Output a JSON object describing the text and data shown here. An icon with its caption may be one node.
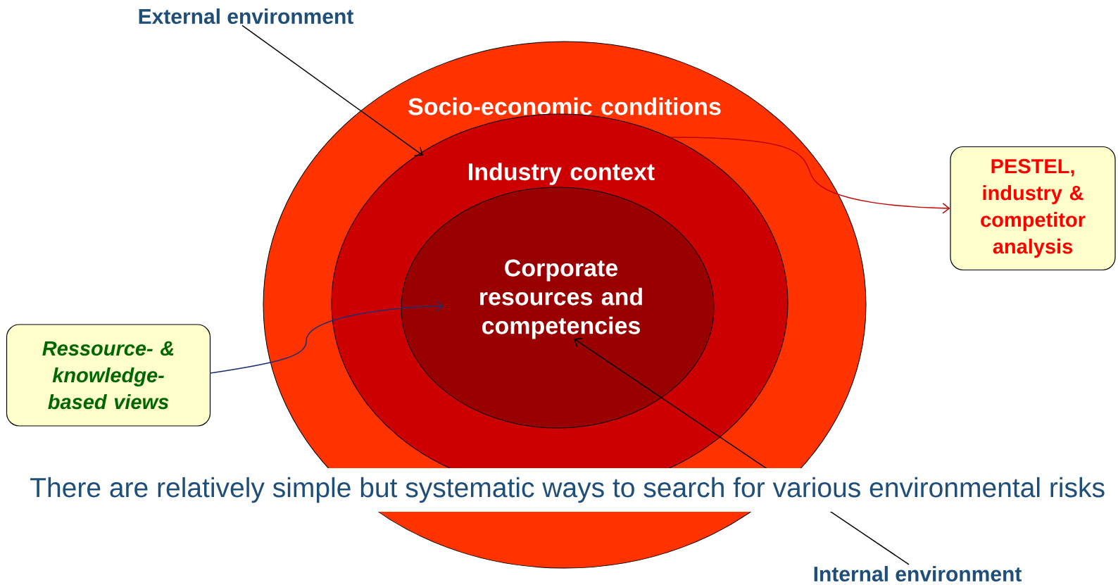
{
  "diagram": {
    "caption": "There are relatively simple but systematic ways to search for various environmental risks",
    "nodes": [
      {
        "text": [
          "Socio-economic  conditions"
        ]
      },
      {
        "text": [
          "Industry context"
        ],
        "in": 0
      },
      {
        "text": [
          "Corporate resources and competencies"
        ],
        "in": 1
      },
      {
        "text": [
          "PESTEL, industry & competitor analysis"
        ]
      },
      {
        "text": [
          "Ressource- & knowledge- based views"
        ]
      },
      {
        "text": [
          "External environment"
        ]
      },
      {
        "text": [
          "Internal environment"
        ]
      }
    ],
    "edges": [
      {
        "from": 0,
        "to": 3,
        "arrow": "to",
        "color": "#c00000"
      },
      {
        "from": 4,
        "to": 2,
        "arrow": "to",
        "color": "#1f2f6e"
      },
      {
        "from": 5,
        "to": 1,
        "arrow": "to"
      },
      {
        "from": 6,
        "to": 2,
        "arrow": "to"
      }
    ]
  }
}
